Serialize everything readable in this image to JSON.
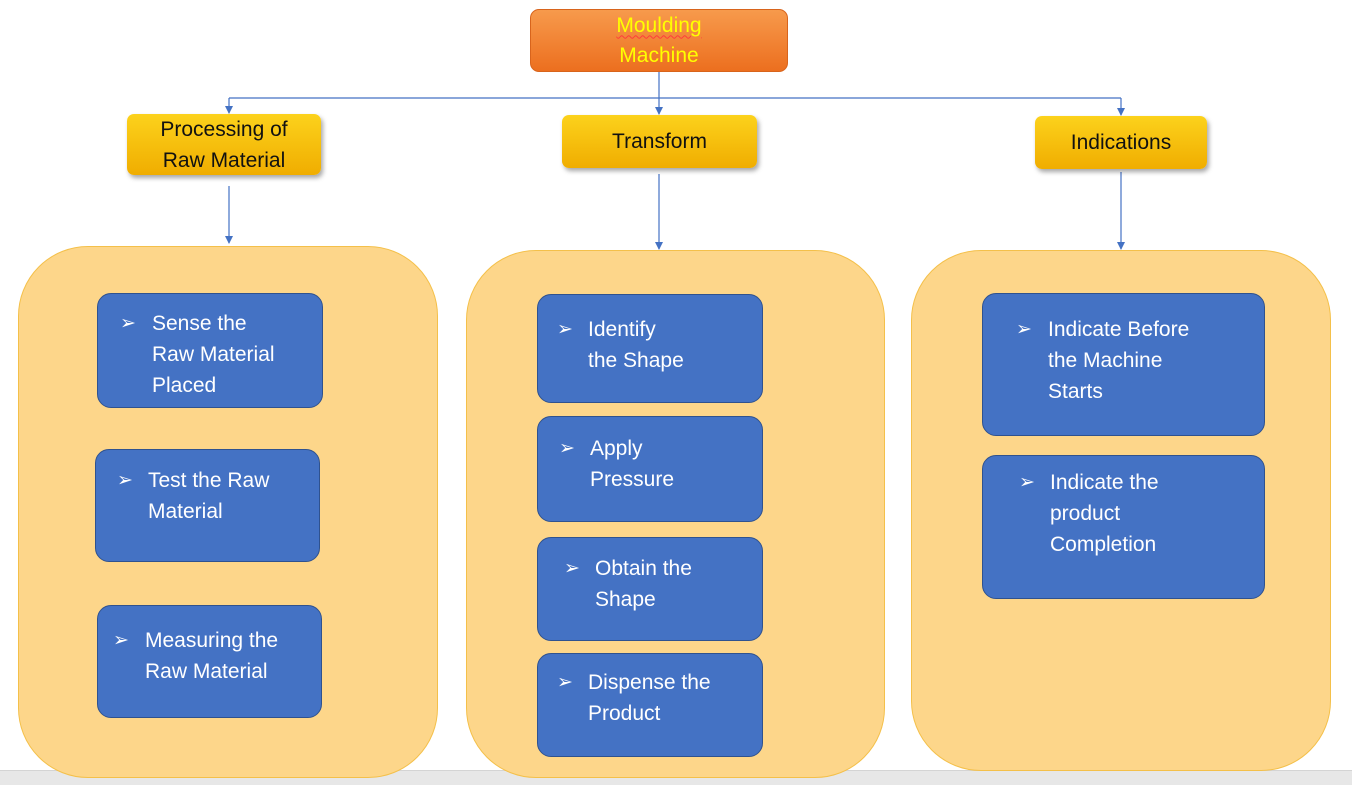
{
  "root": {
    "line1": "Moulding",
    "line2": "Machine"
  },
  "categories": [
    {
      "label": "Processing of\nRaw Material",
      "steps": [
        {
          "text": "Sense the\nRaw Material\nPlaced"
        },
        {
          "text": "Test the Raw\nMaterial"
        },
        {
          "text": "Measuring the\nRaw Material"
        }
      ]
    },
    {
      "label": "Transform",
      "steps": [
        {
          "text": "Identify\nthe Shape"
        },
        {
          "text": "Apply\nPressure"
        },
        {
          "text": "Obtain the\nShape"
        },
        {
          "text": "Dispense the\nProduct"
        }
      ]
    },
    {
      "label": "Indications",
      "steps": [
        {
          "text": "Indicate Before\nthe Machine\nStarts"
        },
        {
          "text": "Indicate the\nproduct\nCompletion"
        }
      ]
    }
  ],
  "bullet_glyph": "➢",
  "colors": {
    "root_fill": "#ec6f1f",
    "root_text": "#ffff00",
    "category_fill": "#f5bb0a",
    "panel_fill": "#fdd68a",
    "step_fill": "#4472c4",
    "connector": "#4472c4"
  }
}
